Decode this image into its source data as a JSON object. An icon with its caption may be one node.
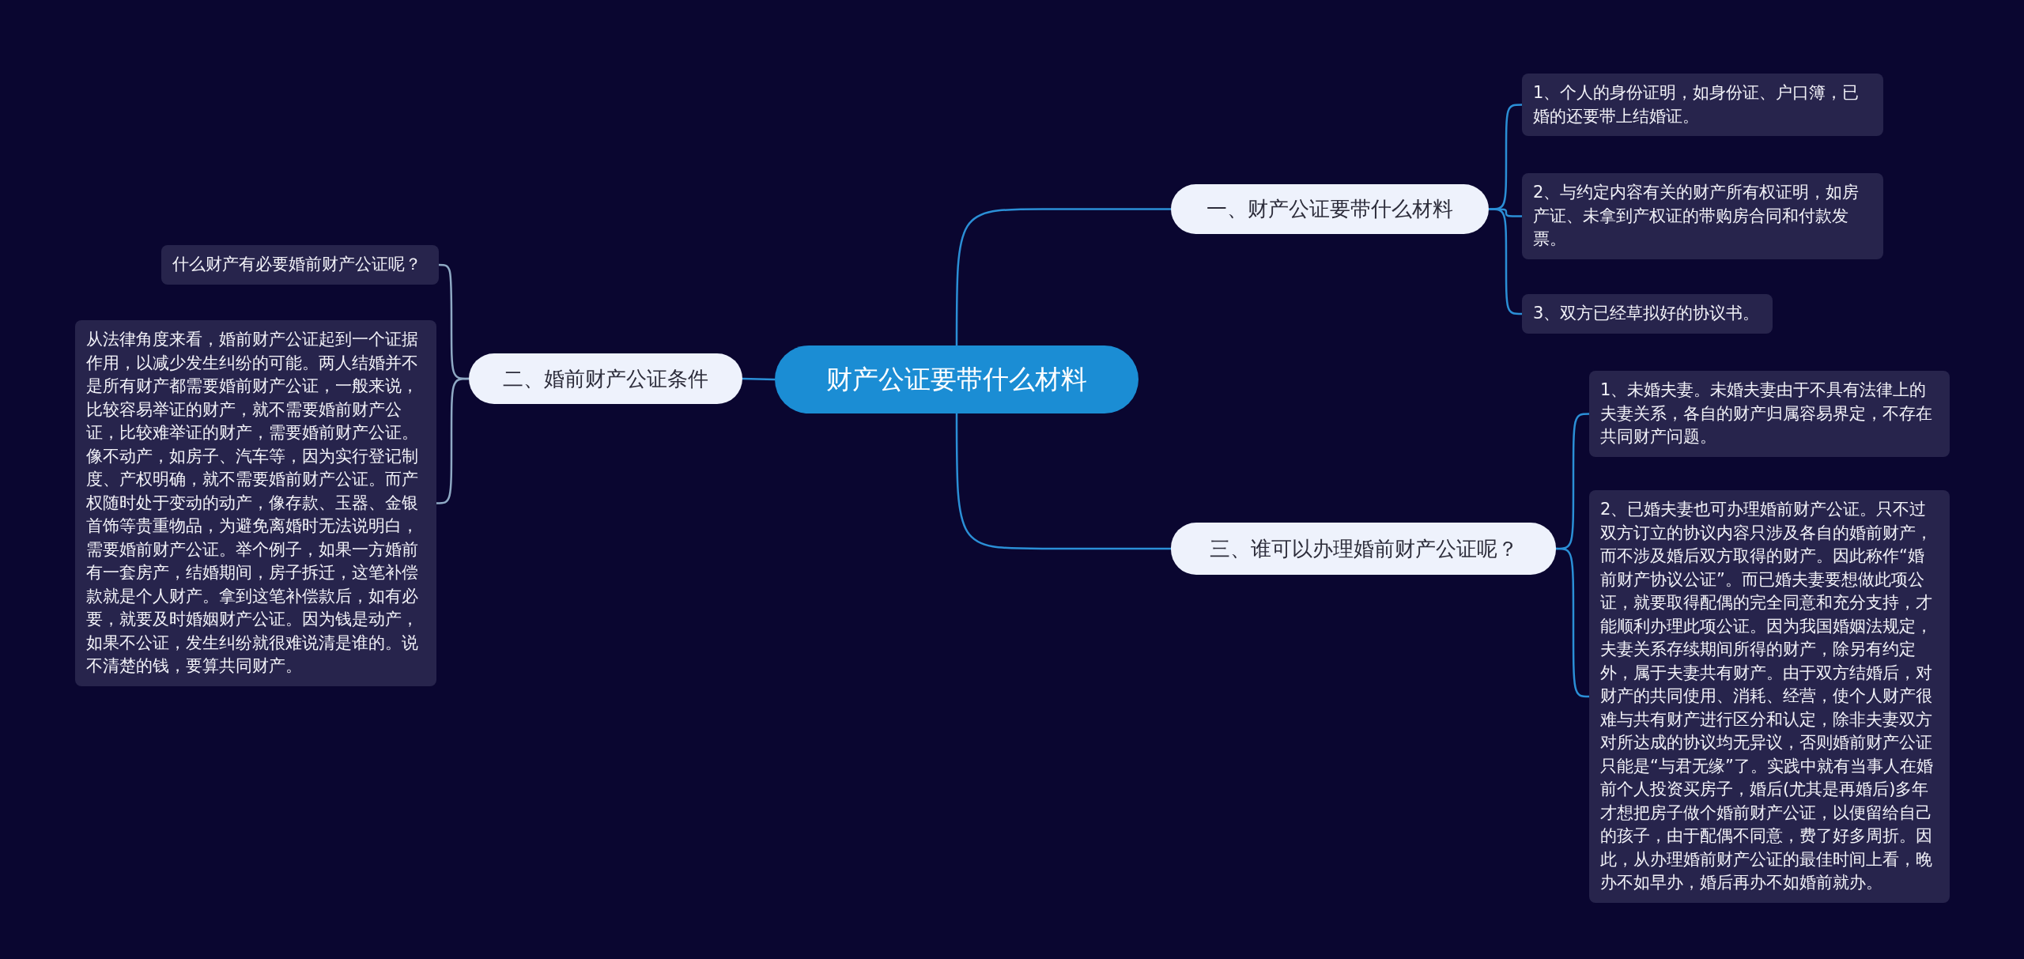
{
  "diagram": {
    "nodes": [
      {
        "text": [
          "财产公证要带什么材料"
        ]
      },
      {
        "text": [
          "一、财产公证要带什么材料"
        ]
      },
      {
        "text": [
          "1、个人的身份证明，如身份证、户口簿，已婚的还要带上结婚证。"
        ]
      },
      {
        "text": [
          "2、与约定内容有关的财产所有权证明，如房产证、未拿到产权证的带购房合同和付款发票。"
        ]
      },
      {
        "text": [
          "3、双方已经草拟好的协议书。"
        ]
      },
      {
        "text": [
          "二、婚前财产公证条件"
        ]
      },
      {
        "text": [
          "什么财产有必要婚前财产公证呢？"
        ]
      },
      {
        "text": [
          "从法律角度来看，婚前财产公证起到一个证据作用，以减少发生纠纷的可能。两人结婚并不是所有财产都需要婚前财产公证，一般来说，比较容易举证的财产，就不需要婚前财产公证，比较难举证的财产，需要婚前财产公证。像不动产，如房子、汽车等，因为实行登记制度、产权明确，就不需要婚前财产公证。而产权随时处于变动的动产，像存款、玉器、金银首饰等贵重物品，为避免离婚时无法说明白，需要婚前财产公证。举个例子，如果一方婚前有一套房产，结婚期间，房子拆迁，这笔补偿款就是个人财产。拿到这笔补偿款后，如有必要，就要及时婚姻财产公证。因为钱是动产，如果不公证，发生纠纷就很难说清是谁的。说不清楚的钱，要算共同财产。"
        ]
      },
      {
        "text": [
          "三、谁可以办理婚前财产公证呢？"
        ]
      },
      {
        "text": [
          "1、未婚夫妻。未婚夫妻由于不具有法律上的夫妻关系，各自的财产归属容易界定，不存在共同财产问题。"
        ]
      },
      {
        "text": [
          "2、已婚夫妻也可办理婚前财产公证。只不过双方订立的协议内容只涉及各自的婚前财产，而不涉及婚后双方取得的财产。因此称作“婚前财产协议公证”。而已婚夫妻要想做此项公证，就要取得配偶的完全同意和充分支持，才能顺利办理此项公证。因为我国婚姻法规定，夫妻关系存续期间所得的财产，除另有约定外，属于夫妻共有财产。由于双方结婚后，对财产的共同使用、消耗、经营，使个人财产很难与共有财产进行区分和认定，除非夫妻双方对所达成的协议均无异议，否则婚前财产公证只能是“与君无缘”了。实践中就有当事人在婚前个人投资买房子，婚后(尤其是再婚后)多年才想把房子做个婚前财产公证，以便留给自己的孩子，由于配偶不同意，费了好多周折。因此，从办理婚前财产公证的最佳时间上看，晚办不如早办，婚后再办不如婚前就办。"
        ]
      }
    ],
    "edges": [
      {
        "from": 0,
        "to": 1,
        "arrow": "none"
      },
      {
        "from": 1,
        "to": 2,
        "arrow": "none"
      },
      {
        "from": 1,
        "to": 3,
        "arrow": "none"
      },
      {
        "from": 1,
        "to": 4,
        "arrow": "none"
      },
      {
        "from": 0,
        "to": 5,
        "arrow": "none"
      },
      {
        "from": 5,
        "to": 6,
        "arrow": "none",
        "color": "#8fa9c4"
      },
      {
        "from": 5,
        "to": 7,
        "arrow": "none",
        "color": "#8fa9c4"
      },
      {
        "from": 0,
        "to": 8,
        "arrow": "none"
      },
      {
        "from": 8,
        "to": 9,
        "arrow": "none"
      },
      {
        "from": 8,
        "to": 10,
        "arrow": "none"
      }
    ]
  }
}
